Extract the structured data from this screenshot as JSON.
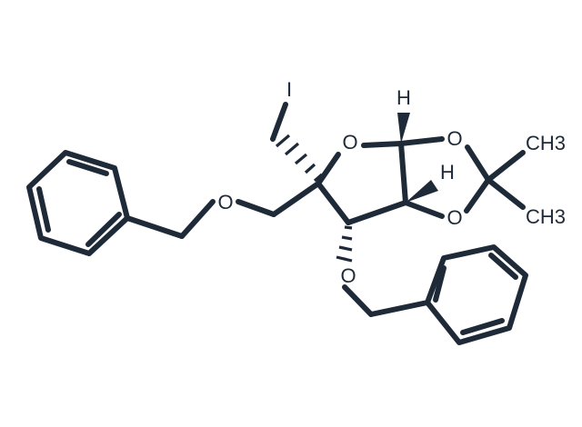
{
  "molecule": {
    "atoms": {
      "iodine": "I",
      "ring_oxygen": "O",
      "dioxolane_o_top": "O",
      "dioxolane_o_bottom": "O",
      "benzyl_ether_o_left": "O",
      "benzyl_ether_o_bottom": "O",
      "hydrogen_top": "H",
      "hydrogen_right": "H",
      "methyl_top": "CH3",
      "methyl_bottom": "CH3"
    },
    "colors": {
      "bond": "#1f2a38",
      "background": "#ffffff"
    }
  }
}
